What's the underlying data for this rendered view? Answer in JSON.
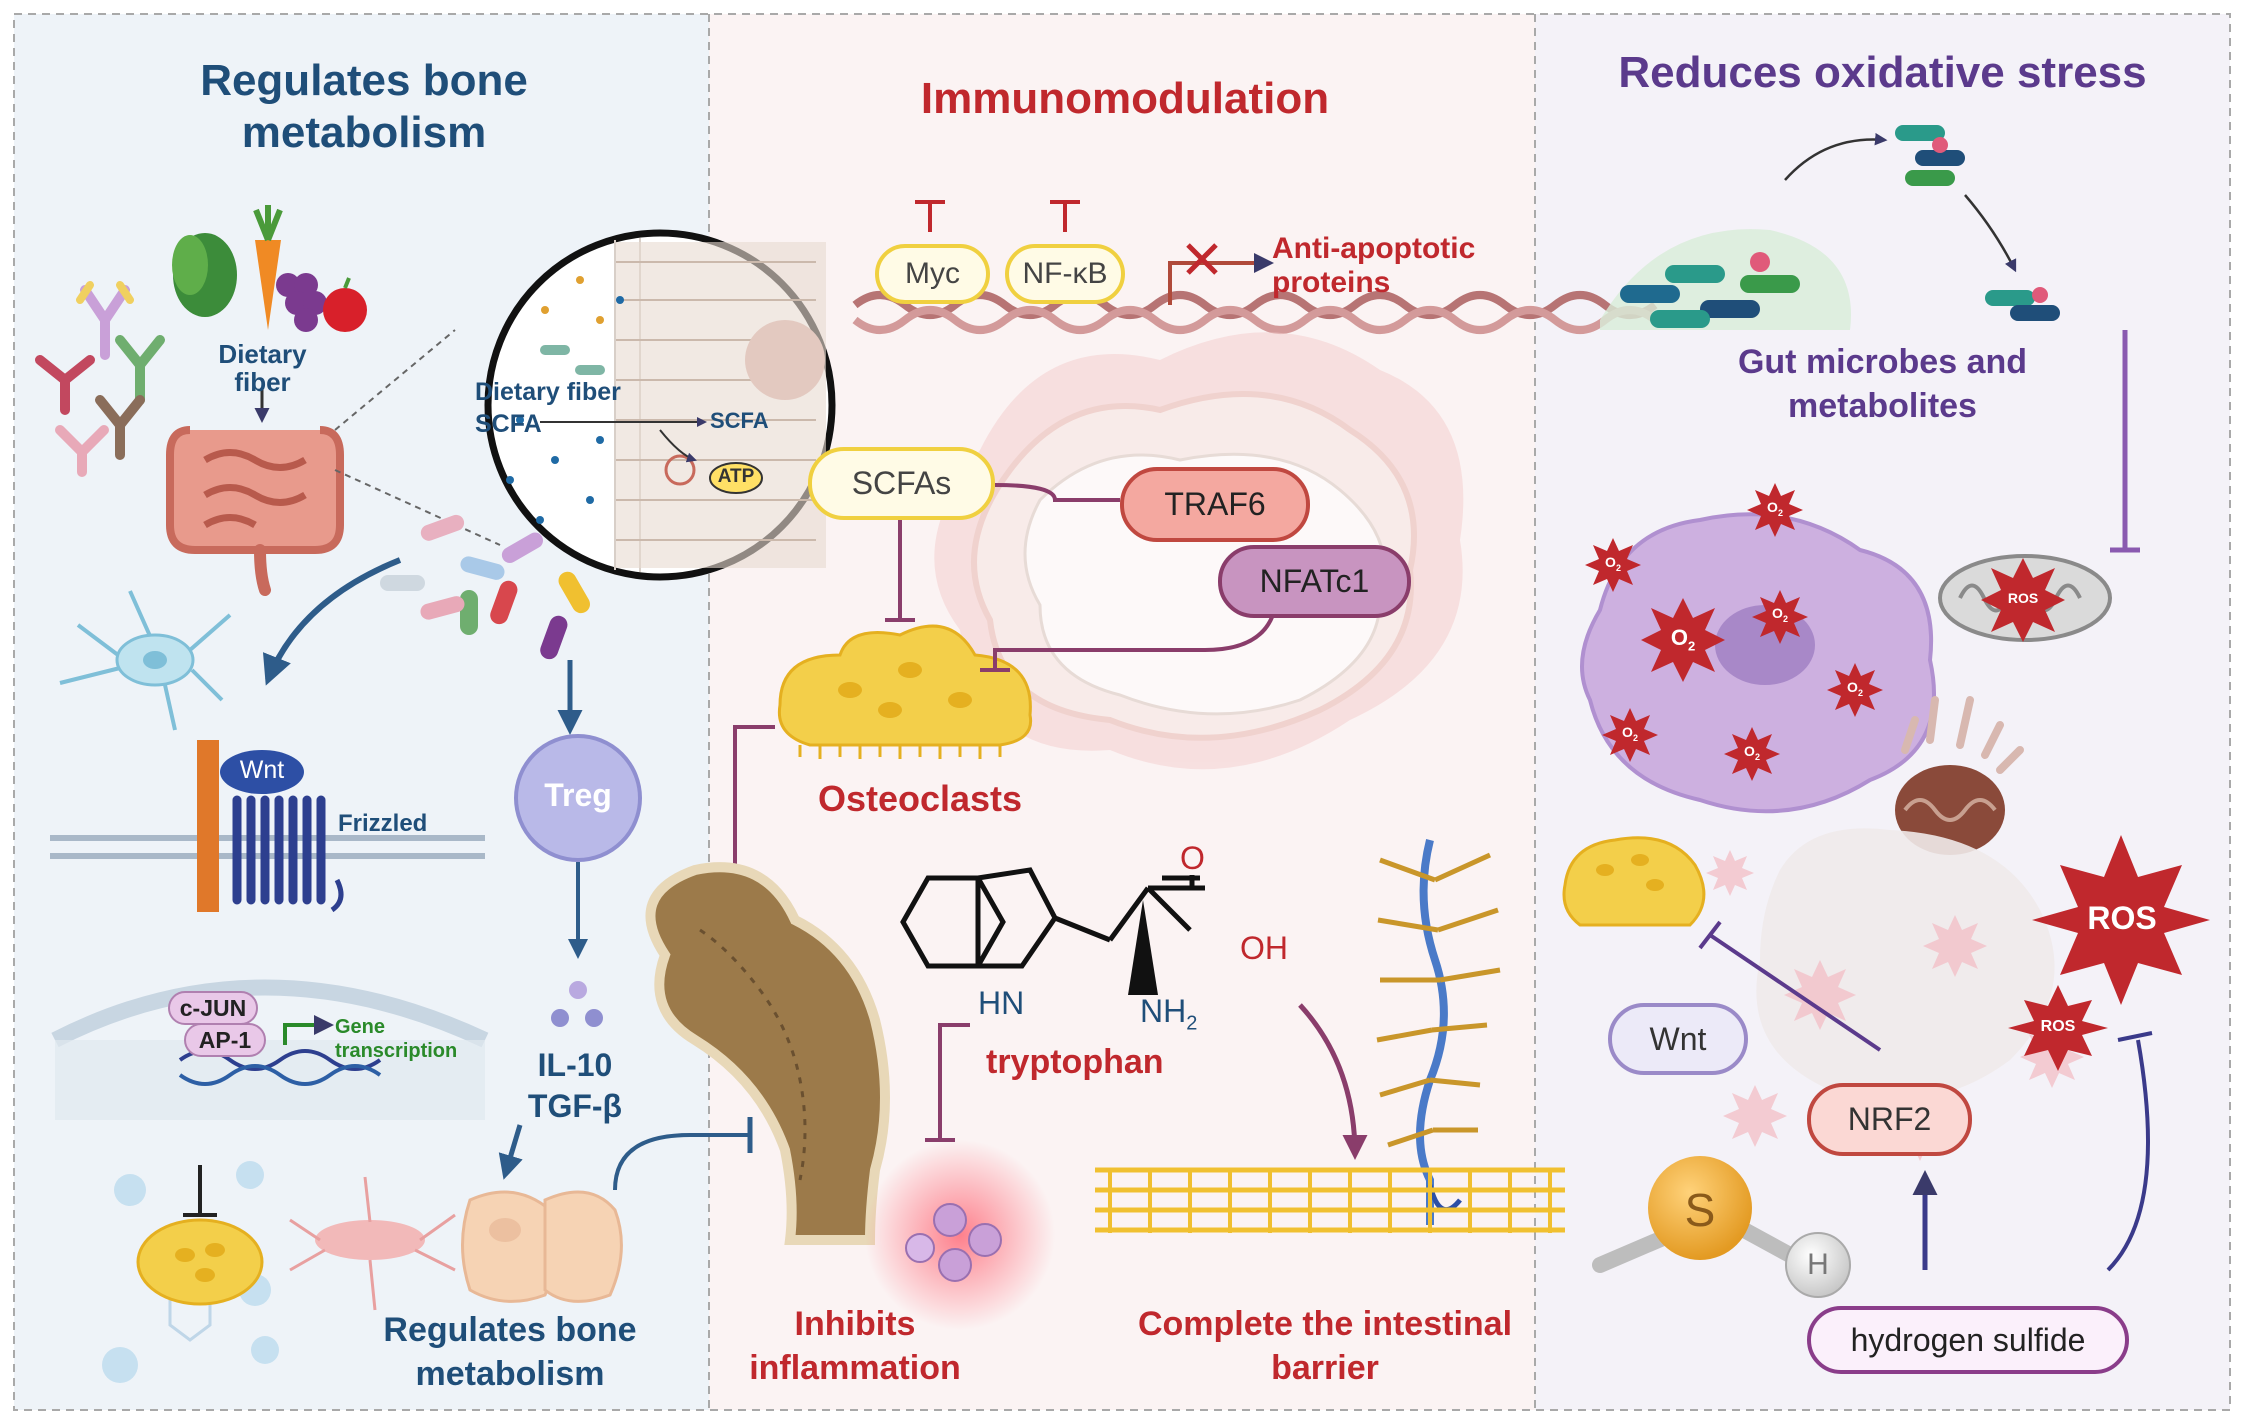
{
  "panels": {
    "left": {
      "title_line1": "Regulates bone",
      "title_line2": "metabolism"
    },
    "middle": {
      "title": "Immunomodulation"
    },
    "right": {
      "title": "Reduces oxidative stress"
    }
  },
  "left_labels": {
    "dietary_fiber_line1": "Dietary",
    "dietary_fiber_line2": "fiber",
    "inset_dietary_fiber": "Dietary fiber",
    "inset_scfa": "SCFA",
    "inset_scfa_out": "SCFA",
    "atp": "ATP",
    "wnt": "Wnt",
    "frizzled": "Frizzled",
    "treg": "Treg",
    "c_jun": "c-JUN",
    "ap1": "AP-1",
    "gene_line1": "Gene",
    "gene_line2": "transcription",
    "il10": "IL-10",
    "tgfb": "TGF-β",
    "bottom_line1": "Regulates bone",
    "bottom_line2": "metabolism"
  },
  "middle_labels": {
    "myc": "Myc",
    "nfkb": "NF-κB",
    "anti_apoptotic_line1": "Anti-apoptotic",
    "anti_apoptotic_line2": "proteins",
    "scfas": "SCFAs",
    "traf6": "TRAF6",
    "nfatc1": "NFATc1",
    "osteoclasts": "Osteoclasts",
    "chem_o": "O",
    "chem_oh": "OH",
    "chem_hn": "HN",
    "chem_nh": "NH",
    "chem_sub2": "2",
    "tryptophan": "tryptophan",
    "inhibits_line1": "Inhibits",
    "inhibits_line2": "inflammation",
    "barrier_line1": "Complete the intestinal",
    "barrier_line2": "barrier"
  },
  "right_labels": {
    "microbes_line1": "Gut microbes and",
    "microbes_line2": "metabolites",
    "ros_small": "ROS",
    "ros_large": "ROS",
    "ros_medium": "ROS",
    "o2": "O",
    "o2_sub": "2",
    "wnt": "Wnt",
    "nrf2": "NRF2",
    "s": "S",
    "h": "H",
    "hydrogen_sulfide": "hydrogen sulfide"
  },
  "colors": {
    "left_bg": "#eef3f8",
    "mid_bg": "#fbf3f3",
    "right_bg": "#f4f2f8",
    "blue_title": "#1f4e79",
    "red_title": "#c0282d",
    "purple_title": "#5b3a8c",
    "inhibit_purple": "#8a3d6b",
    "arrow_blue": "#2e5c8a"
  }
}
